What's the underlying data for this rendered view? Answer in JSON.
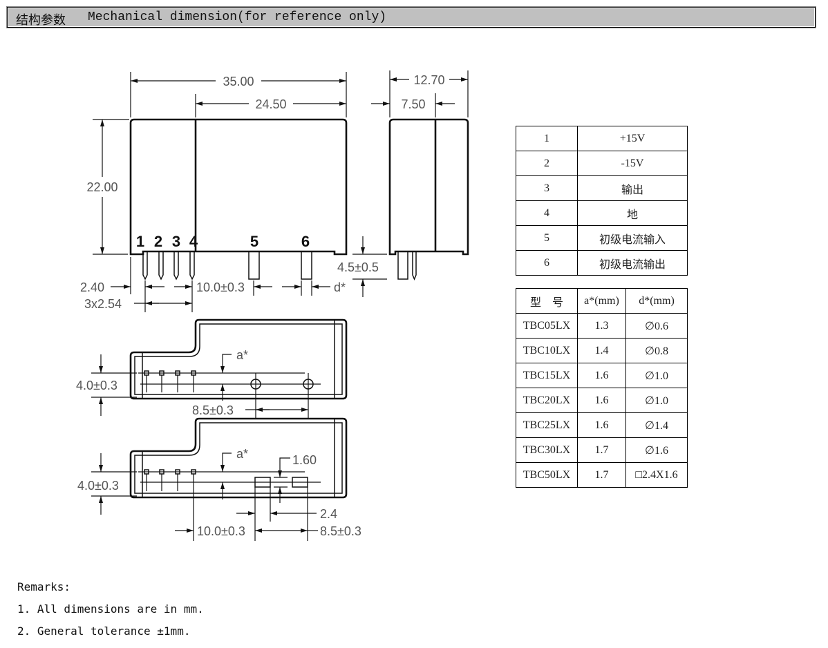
{
  "header": {
    "title_cn": "结构参数",
    "title_en": "Mechanical dimension(for reference only)"
  },
  "drawing": {
    "front": {
      "width": "35.00",
      "inner_width": "24.50",
      "height": "22.00",
      "pin_offset": "2.40",
      "pin_pitch": "3x2.54",
      "pin_gap": "10.0±0.3",
      "pin_dia": "d*",
      "pin_len": "4.5±0.5",
      "pin_labels": [
        "1",
        "2",
        "3",
        "4",
        "5",
        "6"
      ]
    },
    "side": {
      "depth": "12.70",
      "inner_depth": "7.50"
    },
    "bottom_round": {
      "row_gap": "4.0±0.3",
      "a": "a*",
      "hole_pitch": "8.5±0.3"
    },
    "bottom_rect": {
      "row_gap": "4.0±0.3",
      "a": "a*",
      "pad_h": "1.60",
      "pad_w": "2.4",
      "pin_gap": "10.0±0.3",
      "pad_pitch": "8.5±0.3"
    }
  },
  "pin_table": [
    {
      "pin": "1",
      "function": "+15V"
    },
    {
      "pin": "2",
      "function": "-15V"
    },
    {
      "pin": "3",
      "function": "输出"
    },
    {
      "pin": "4",
      "function": "地"
    },
    {
      "pin": "5",
      "function": "初级电流输入"
    },
    {
      "pin": "6",
      "function": "初级电流输出"
    }
  ],
  "model_table": {
    "headers": [
      "型　号",
      "a*(mm)",
      "d*(mm)"
    ],
    "rows": [
      [
        "TBC05LX",
        "1.3",
        "∅0.6"
      ],
      [
        "TBC10LX",
        "1.4",
        "∅0.8"
      ],
      [
        "TBC15LX",
        "1.6",
        "∅1.0"
      ],
      [
        "TBC20LX",
        "1.6",
        "∅1.0"
      ],
      [
        "TBC25LX",
        "1.6",
        "∅1.4"
      ],
      [
        "TBC30LX",
        "1.7",
        "∅1.6"
      ],
      [
        "TBC50LX",
        "1.7",
        "□2.4X1.6"
      ]
    ]
  },
  "remarks": {
    "title": "Remarks:",
    "items": [
      "1. All dimensions are in mm.",
      "2. General tolerance ±1mm."
    ]
  }
}
